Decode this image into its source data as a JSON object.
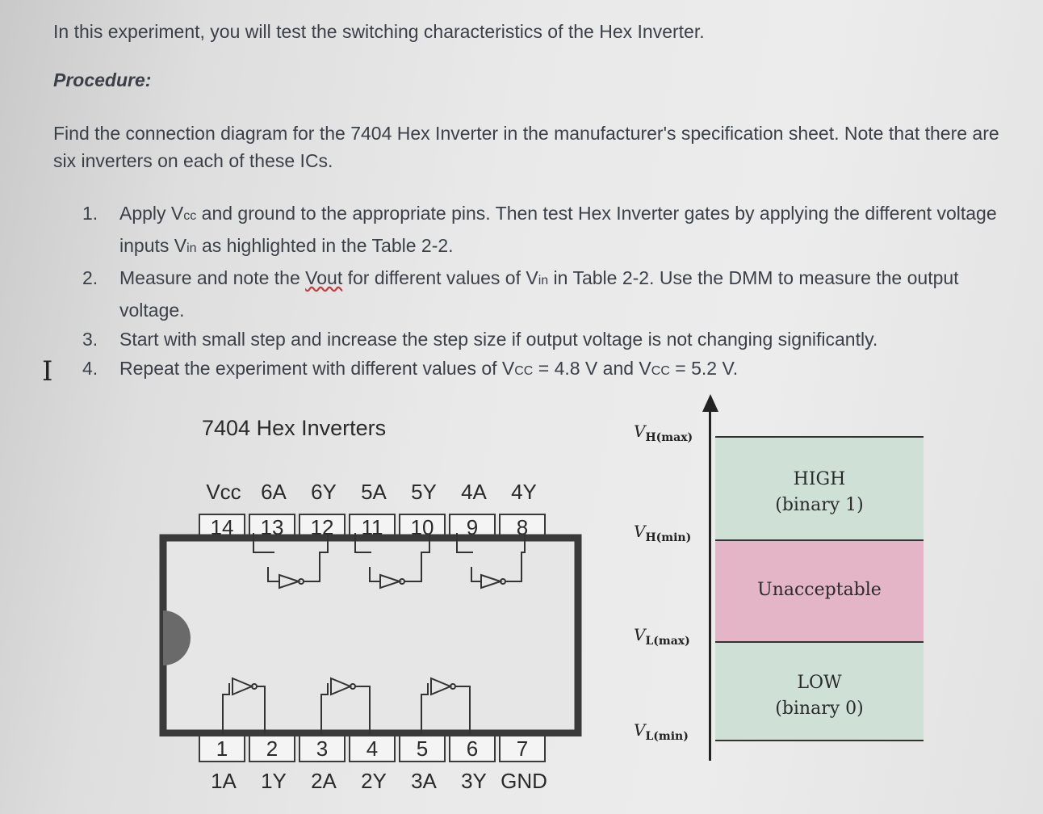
{
  "intro": "In this experiment, you will test the switching characteristics of the Hex Inverter.",
  "procedure_heading": "Procedure:",
  "find_text": "Find the connection diagram for the 7404 Hex Inverter in the manufacturer's specification sheet. Note that there are six inverters on each of these ICs.",
  "steps": [
    {
      "num": "1.",
      "a": "Apply V",
      "a_sub": "cc",
      "b": " and ground to the appropriate pins. Then test Hex Inverter gates by applying the different voltage inputs V",
      "b_sub": "in",
      "c": " as highlighted in the Table 2-2."
    },
    {
      "num": "2.",
      "a": "Measure and note the ",
      "vout": "Vout",
      "b": " for different values of V",
      "b_sub": "in",
      "c": " in Table 2-2. Use the DMM to measure the output voltage."
    },
    {
      "num": "3.",
      "text": "Start with small step and increase the step size if output voltage is not changing significantly."
    },
    {
      "num": "4.",
      "a": "Repeat the experiment with different values of V",
      "a_sub": "CC",
      "b": " = 4.8 V and V",
      "b_sub": "CC",
      "c": " = 5.2 V."
    }
  ],
  "cursor_glyph": "I",
  "ic": {
    "title": "7404 Hex Inverters",
    "top_labels": [
      "Vcc",
      "6A",
      "6Y",
      "5A",
      "5Y",
      "4A",
      "4Y"
    ],
    "top_pins": [
      "14",
      "13",
      "12",
      "11",
      "10",
      "9",
      "8"
    ],
    "bottom_pins": [
      "1",
      "2",
      "3",
      "4",
      "5",
      "6",
      "7"
    ],
    "bottom_labels": [
      "1A",
      "1Y",
      "2A",
      "2Y",
      "3A",
      "3Y",
      "GND"
    ]
  },
  "levels": {
    "vh_max": {
      "v": "V",
      "sub": "H(max)"
    },
    "vh_min": {
      "v": "V",
      "sub": "H(min)"
    },
    "vl_max": {
      "v": "V",
      "sub": "L(max)"
    },
    "vl_min": {
      "v": "V",
      "sub": "L(min)"
    },
    "high": {
      "line1": "HIGH",
      "line2": "(binary 1)",
      "color": "#cfe1d6"
    },
    "unacceptable": {
      "line1": "Unacceptable",
      "color": "#e4b5c6"
    },
    "low": {
      "line1": "LOW",
      "line2": "(binary 0)",
      "color": "#cfe1d6"
    }
  }
}
